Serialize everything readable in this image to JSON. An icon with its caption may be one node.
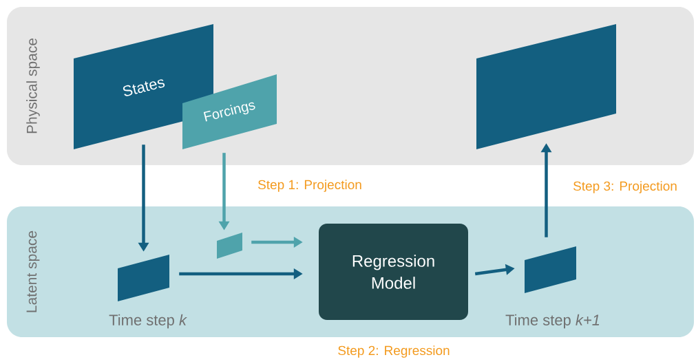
{
  "diagram": {
    "nodes": [
      {
        "text": [
          "Physical space"
        ]
      },
      {
        "text": [
          "Latent space"
        ]
      },
      {
        "text": [
          "States"
        ],
        "in": 0
      },
      {
        "text": [
          "Forcings"
        ],
        "in": 0
      },
      {
        "text": [],
        "shape": "parallelogram",
        "in": 0
      },
      {
        "text": [],
        "shape": "parallelogram",
        "in": 1
      },
      {
        "text": [],
        "shape": "parallelogram",
        "in": 1,
        "beside": [
          "Time step *k*"
        ]
      },
      {
        "text": [
          "Regression Model"
        ],
        "in": 1
      },
      {
        "text": [],
        "shape": "parallelogram",
        "in": 1,
        "beside": [
          "Time step *k+1*"
        ]
      }
    ],
    "edges": [
      {
        "from": 2,
        "to": 6,
        "arrow": "to"
      },
      {
        "from": 3,
        "to": 5,
        "arrow": "to",
        "color": "#4fa3ab"
      },
      {
        "from": 5,
        "to": 7,
        "arrow": "to",
        "color": "#4fa3ab"
      },
      {
        "from": 6,
        "to": 7,
        "arrow": "to"
      },
      {
        "from": 7,
        "to": 8,
        "arrow": "to"
      },
      {
        "from": 8,
        "to": 4,
        "arrow": "to"
      }
    ],
    "labels": [
      "Step 1: Projection",
      "Step 3: Projection",
      "Step 2: Regression"
    ]
  }
}
